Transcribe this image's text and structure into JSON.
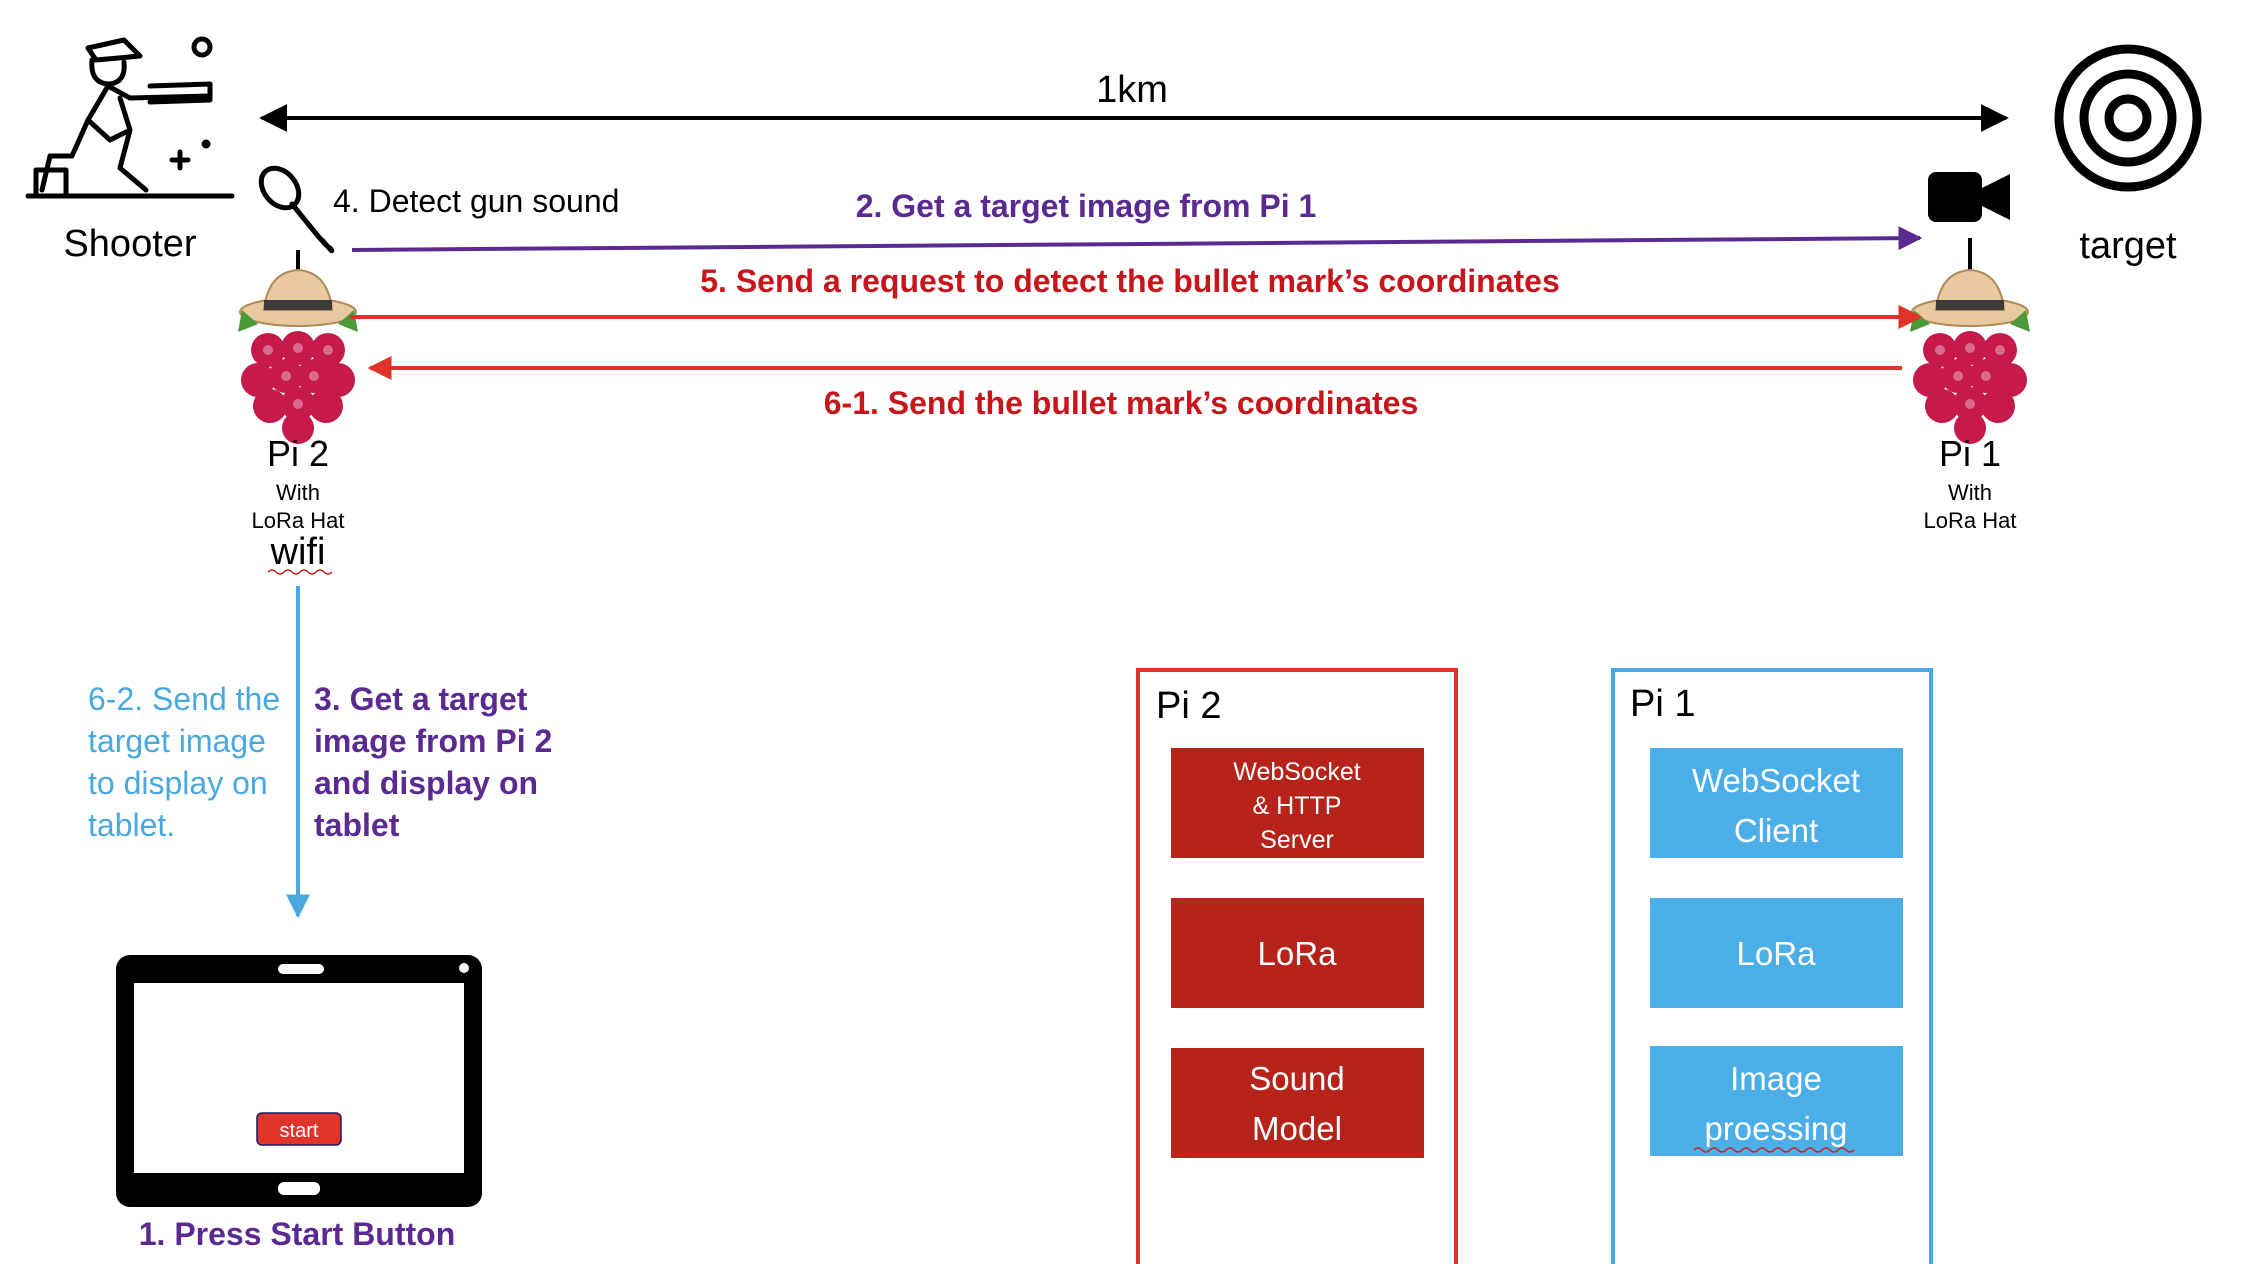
{
  "distance": "1km",
  "nodes": {
    "shooter": "Shooter",
    "target": "target",
    "pi2": {
      "name": "Pi 2",
      "with": "With",
      "hat": "LoRa Hat",
      "link": "wifi"
    },
    "pi1": {
      "name": "Pi 1",
      "with": "With",
      "hat": "LoRa Hat"
    }
  },
  "steps": {
    "step4": "4. Detect gun sound",
    "step2": "2. Get a target image from Pi 1",
    "step5": "5. Send a request to detect the bullet mark’s coordinates",
    "step6_1": "6-1. Send the bullet mark’s coordinates",
    "step6_2": [
      "6-2. Send the",
      "target image",
      "to display on",
      "tablet."
    ],
    "step3": [
      "3. Get a target",
      "image from Pi 2",
      "and display on",
      "tablet"
    ],
    "step1": "1. Press Start Button"
  },
  "tablet": {
    "button": "start"
  },
  "pi2_box": {
    "title": "Pi 2",
    "modules": [
      [
        "WebSocket",
        "& HTTP",
        "Server"
      ],
      [
        "LoRa"
      ],
      [
        "Sound",
        "Model"
      ]
    ]
  },
  "pi1_box": {
    "title": "Pi 1",
    "modules": [
      [
        "WebSocket",
        "Client"
      ],
      [
        "LoRa"
      ],
      [
        "Image",
        "proessing"
      ]
    ]
  },
  "colors": {
    "purple": "#5b2a91",
    "red": "#c8151b",
    "blue": "#4aa8e0",
    "pi2_module": "#b5231a",
    "pi1_module": "#4baee6",
    "pi2_border": "#e0332a",
    "pi1_border": "#4aa8e0",
    "raspberry": "#c51a4a"
  }
}
